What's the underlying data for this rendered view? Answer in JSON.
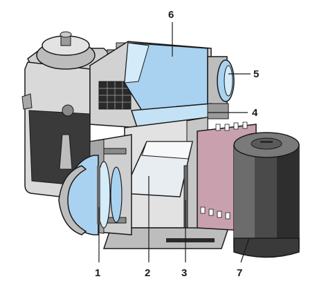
{
  "callouts": [
    {
      "id": "1",
      "label": "1"
    },
    {
      "id": "2",
      "label": "2"
    },
    {
      "id": "3",
      "label": "3"
    },
    {
      "id": "4",
      "label": "4"
    },
    {
      "id": "5",
      "label": "5"
    },
    {
      "id": "6",
      "label": "6"
    },
    {
      "id": "7",
      "label": "7"
    }
  ],
  "colors": {
    "body_metal": "#d8d8d8",
    "body_shadow": "#9a9a9a",
    "leatherette": "#3a3a3a",
    "glass": "#a9d2f0",
    "glass_light": "#d4ebfa",
    "mirror": "#e8edf2",
    "film": "#c9a1ae",
    "cassette": "#4a4a4a",
    "outline": "#1a1a1a"
  },
  "icons": [
    "lens-group-icon",
    "mirror-icon",
    "pentaprism-icon",
    "eyepiece-icon",
    "film-cassette-icon"
  ]
}
